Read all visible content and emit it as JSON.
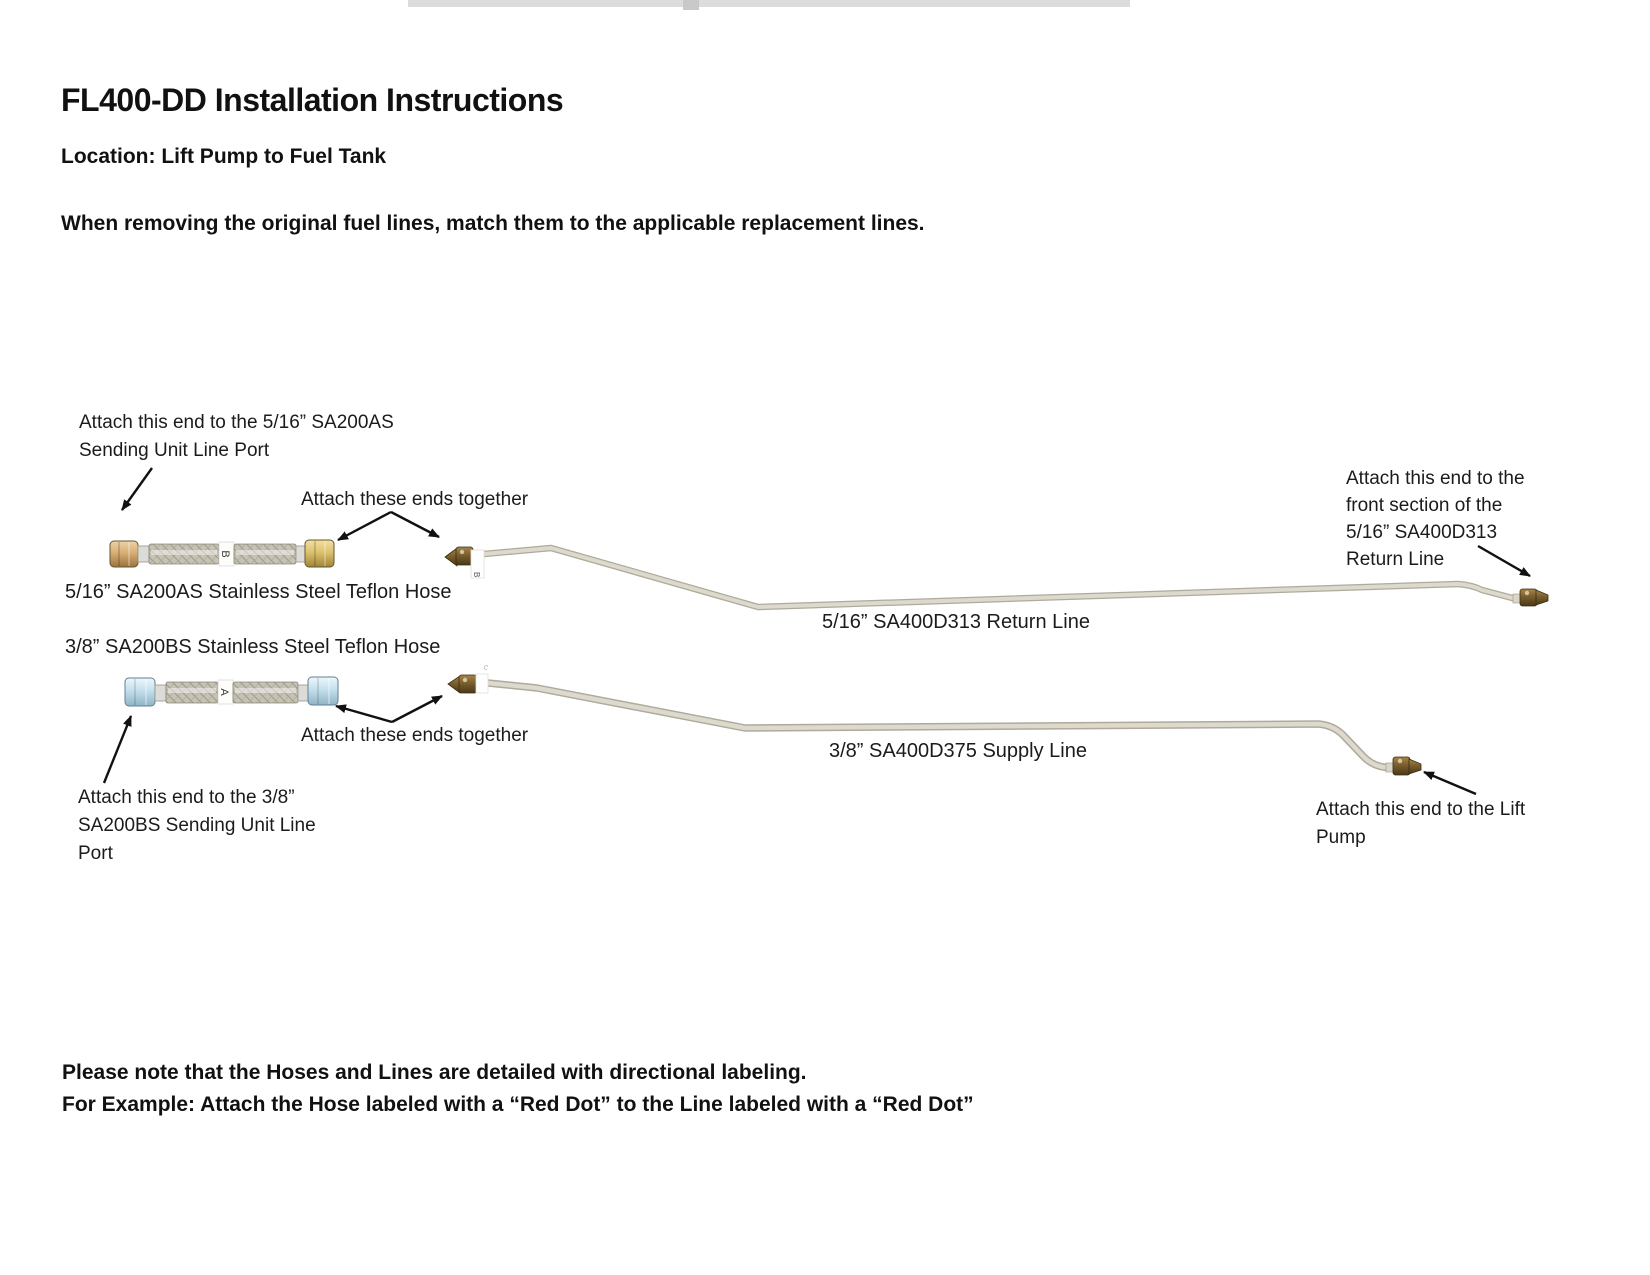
{
  "header": {
    "title": "FL400-DD Installation Instructions",
    "location": "Location: Lift Pump to Fuel Tank",
    "intro": "When removing the original fuel lines, match them to the applicable replacement lines."
  },
  "diagram": {
    "hose_top_label": "5/16” SA200AS Stainless Steel Teflon Hose",
    "hose_bottom_label": "3/8” SA200BS Stainless Steel Teflon Hose",
    "return_line_label": "5/16” SA400D313 Return Line",
    "supply_line_label": "3/8” SA400D375 Supply Line",
    "tags": {
      "hose_top_tag": "B",
      "hose_bottom_tag": "A",
      "return_line_tag": "B",
      "supply_line_tag": "c"
    },
    "annotations": {
      "top_left_1": "Attach this end to the 5/16” SA200AS",
      "top_left_2": "Sending Unit Line Port",
      "attach_together_top": "Attach these ends together",
      "attach_together_bottom": "Attach these ends together",
      "right_top_1": "Attach this end to the",
      "right_top_2": "front section of the",
      "right_top_3": "5/16” SA400D313",
      "right_top_4": "Return Line",
      "bottom_left_1": "Attach this end to the 3/8”",
      "bottom_left_2": "SA200BS Sending Unit Line",
      "bottom_left_3": "Port",
      "right_bottom_1": "Attach this end to the Lift",
      "right_bottom_2": "Pump"
    }
  },
  "footer": {
    "note_1": "Please note that the Hoses and Lines are detailed with directional labeling.",
    "note_2": "For Example: Attach the Hose labeled with a “Red Dot” to the Line labeled with a “Red Dot”"
  },
  "colors": {
    "line": "#d8d5c8",
    "line_edge": "#aeaa9c",
    "brass": "#b08c42",
    "brass_dark": "#6b5530",
    "steel_blue": "#bcdae9",
    "braid": "#c6c2b4",
    "arrow": "#111111",
    "top_strip": "#dcdcdc"
  }
}
